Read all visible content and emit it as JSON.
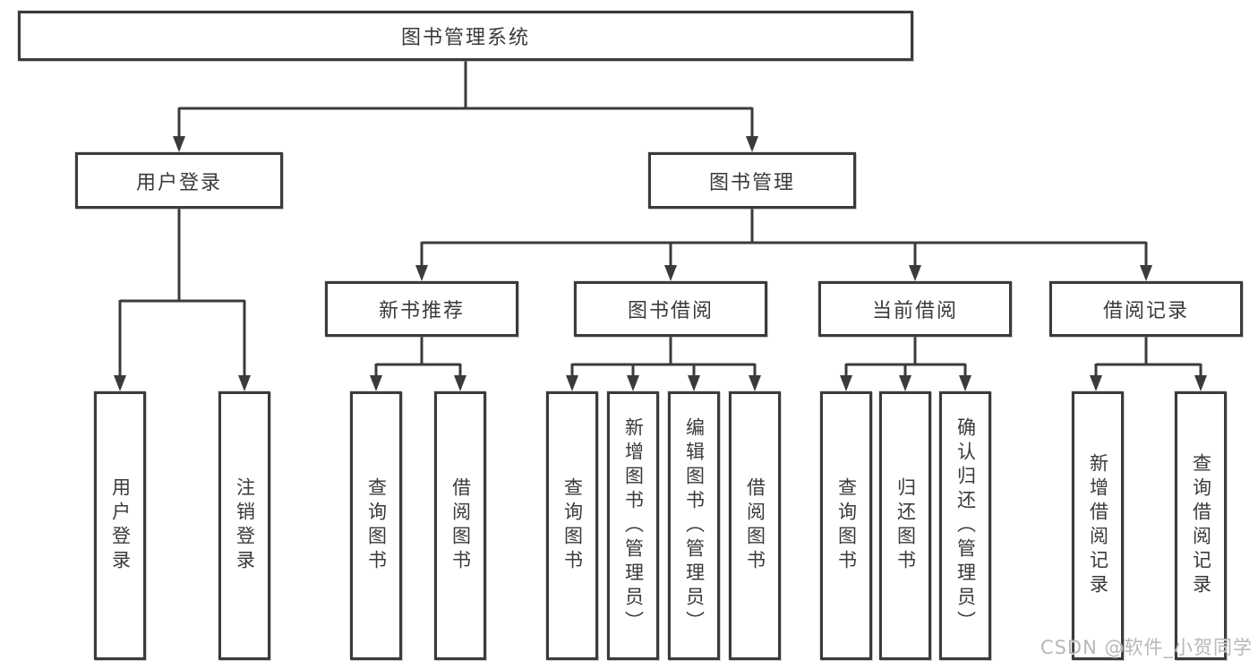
{
  "diagram": {
    "type": "hierarchy-tree",
    "nodes": {
      "root": {
        "label": "图书管理系统"
      },
      "user_login": {
        "label": "用户登录"
      },
      "book_mgmt": {
        "label": "图书管理"
      },
      "new_book": {
        "label": "新书推荐"
      },
      "book_borrow": {
        "label": "图书借阅"
      },
      "current_borrow": {
        "label": "当前借阅"
      },
      "borrow_record": {
        "label": "借阅记录"
      },
      "leaf_login": {
        "label": "用户登录"
      },
      "leaf_logout": {
        "label": "注销登录"
      },
      "leaf_nb_query": {
        "label": "查询图书"
      },
      "leaf_nb_borrow": {
        "label": "借阅图书"
      },
      "leaf_bb_query": {
        "label": "查询图书"
      },
      "leaf_bb_add": {
        "label": "新增图书（管理员）"
      },
      "leaf_bb_edit": {
        "label": "编辑图书（管理员）"
      },
      "leaf_bb_borrow": {
        "label": "借阅图书"
      },
      "leaf_cb_query": {
        "label": "查询图书"
      },
      "leaf_cb_return": {
        "label": "归还图书"
      },
      "leaf_cb_confirm": {
        "label": "确认归还（管理员）"
      },
      "leaf_br_add": {
        "label": "新增借阅记录"
      },
      "leaf_br_query": {
        "label": "查询借阅记录"
      }
    },
    "edges": [
      [
        "root",
        "user_login"
      ],
      [
        "root",
        "book_mgmt"
      ],
      [
        "user_login",
        "leaf_login"
      ],
      [
        "user_login",
        "leaf_logout"
      ],
      [
        "book_mgmt",
        "new_book"
      ],
      [
        "book_mgmt",
        "book_borrow"
      ],
      [
        "book_mgmt",
        "current_borrow"
      ],
      [
        "book_mgmt",
        "borrow_record"
      ],
      [
        "new_book",
        "leaf_nb_query"
      ],
      [
        "new_book",
        "leaf_nb_borrow"
      ],
      [
        "book_borrow",
        "leaf_bb_query"
      ],
      [
        "book_borrow",
        "leaf_bb_add"
      ],
      [
        "book_borrow",
        "leaf_bb_edit"
      ],
      [
        "book_borrow",
        "leaf_bb_borrow"
      ],
      [
        "current_borrow",
        "leaf_cb_query"
      ],
      [
        "current_borrow",
        "leaf_cb_return"
      ],
      [
        "current_borrow",
        "leaf_cb_confirm"
      ],
      [
        "borrow_record",
        "leaf_br_add"
      ],
      [
        "borrow_record",
        "leaf_br_query"
      ]
    ]
  },
  "watermark": {
    "text": "CSDN @软件_小贺同学"
  },
  "colors": {
    "line": "#3b3b3b",
    "border": "#3b3b3b",
    "text": "#3a3a3a",
    "background": "#ffffff",
    "watermark": "#afafaf"
  }
}
